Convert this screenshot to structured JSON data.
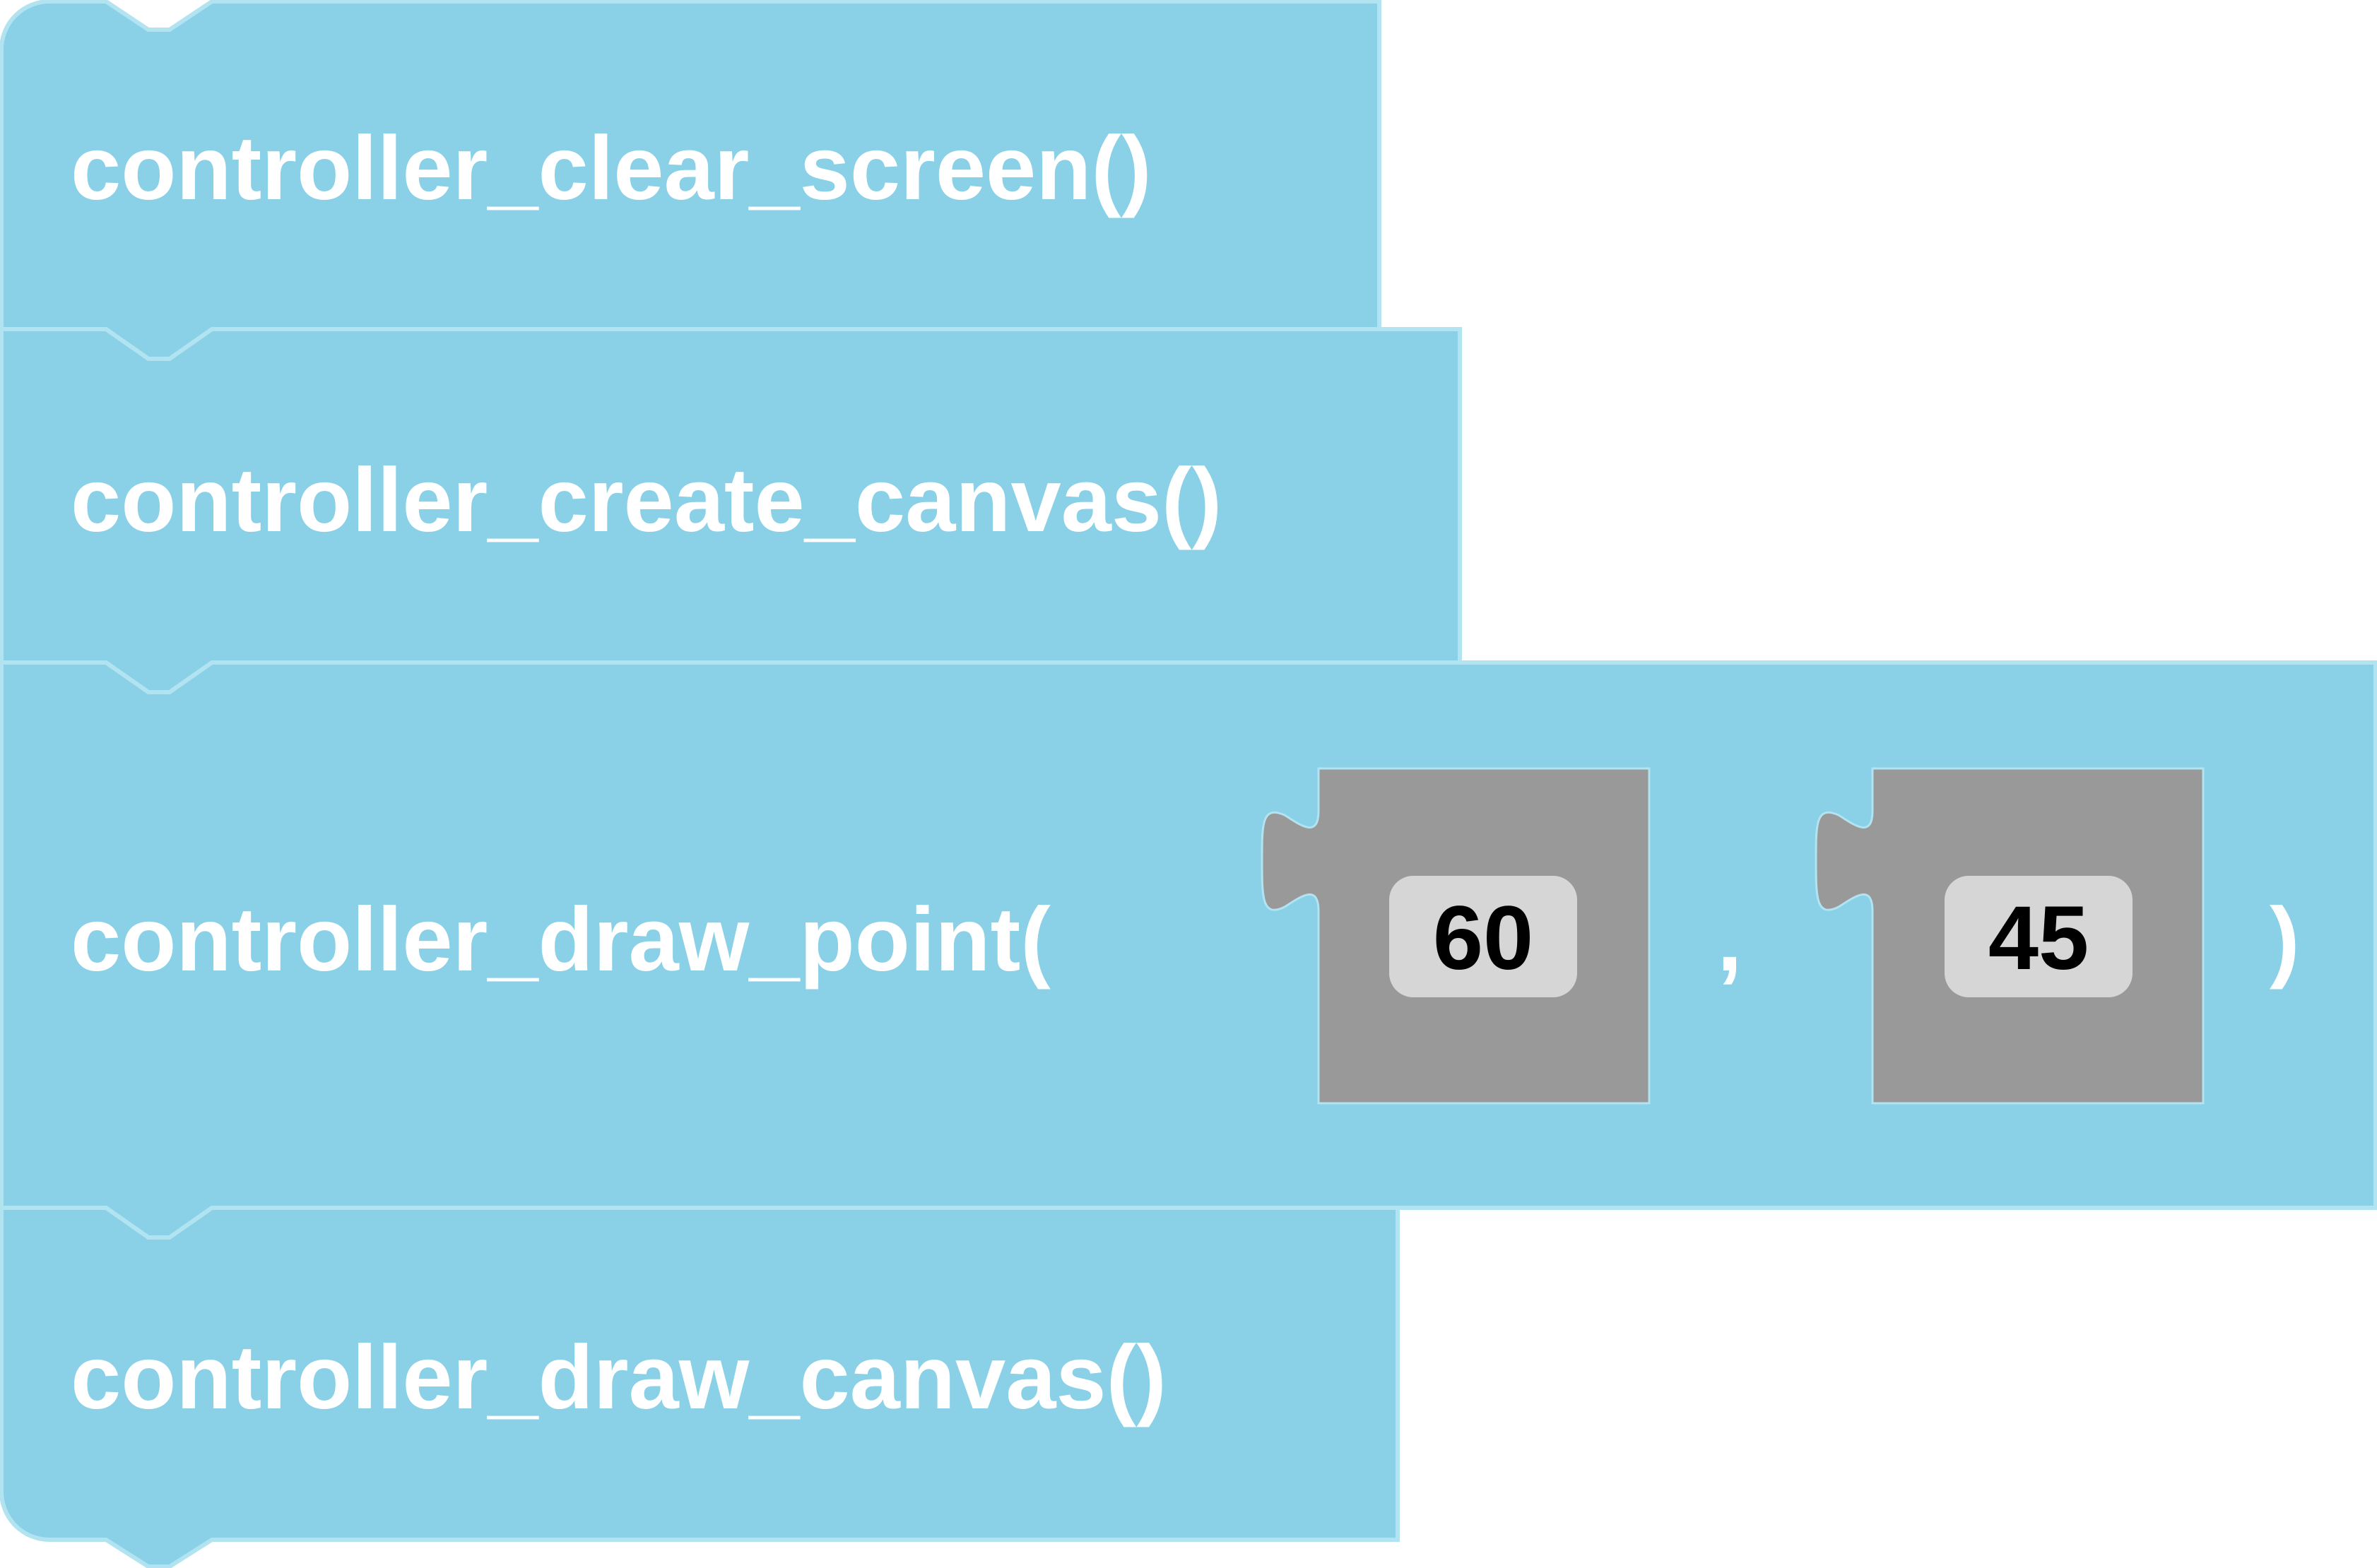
{
  "colors": {
    "block_fill": "#8ad1e7",
    "block_stroke": "#b2e3f1",
    "socket_fill": "#999999",
    "field_fill": "#d6d6d6",
    "label_text": "#ffffff",
    "number_text": "#000000"
  },
  "blocks": [
    {
      "label": "controller_clear_screen()"
    },
    {
      "label": "controller_create_canvas()"
    },
    {
      "label": "controller_draw_point(",
      "args": [
        {
          "value": "60"
        },
        {
          "value": "45"
        }
      ],
      "separator": ",",
      "close": ")"
    },
    {
      "label": "controller_draw_canvas()"
    }
  ]
}
